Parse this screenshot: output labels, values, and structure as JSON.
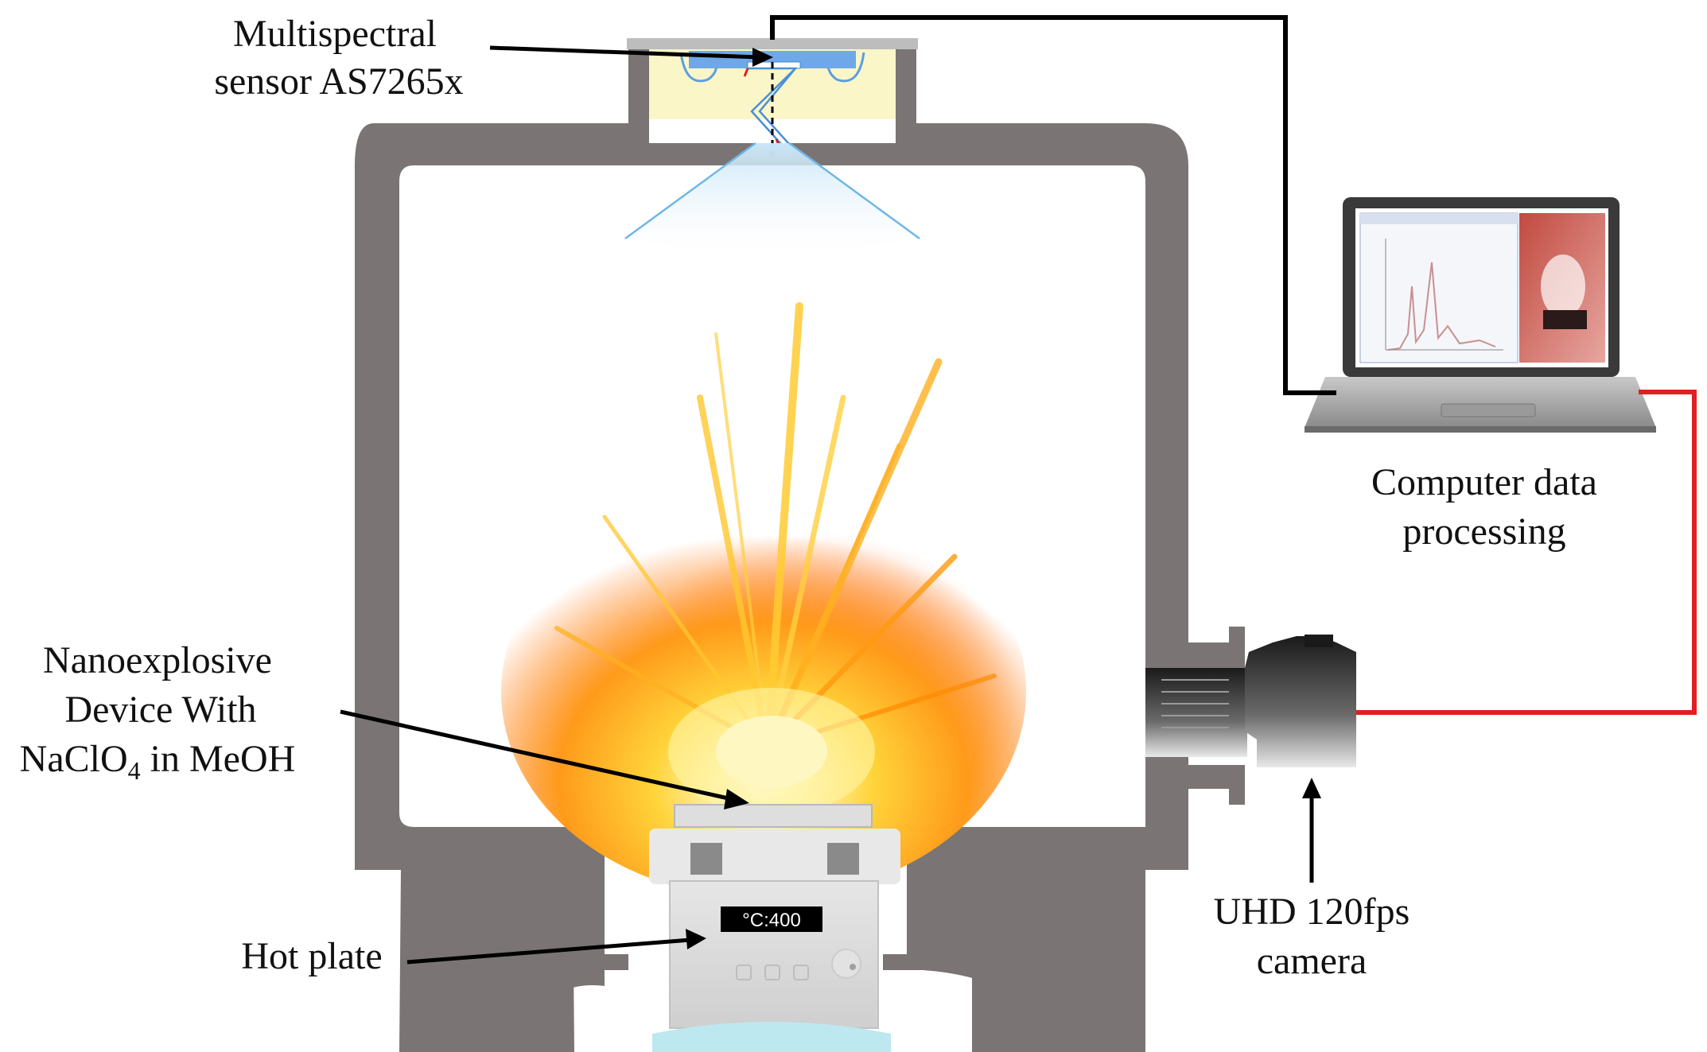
{
  "labels": {
    "sensor_line1": "Multispectral",
    "sensor_line2": "sensor AS7265x",
    "computer_line1": "Computer data",
    "computer_line2": "processing",
    "device_line1": "Nanoexplosive",
    "device_line2": "Device With",
    "device_line3_main": "NaClO",
    "device_line3_sub": "4",
    "device_line3_rest": " in MeOH",
    "hotplate": "Hot plate",
    "camera_line1": "UHD 120fps",
    "camera_line2": "camera"
  },
  "hotplate_display": "°C:400",
  "colors": {
    "chamber": "#7a7474",
    "cable_computer": "#000000",
    "cable_camera": "#e02020",
    "sensor_housing": "#fbf6c8",
    "sensor_chip": "#6ea8e8",
    "cone": "#6fb7e6",
    "explosion_core": "#fff7c2",
    "explosion_mid": "#ffc21a",
    "explosion_outer": "#ff6a00"
  }
}
